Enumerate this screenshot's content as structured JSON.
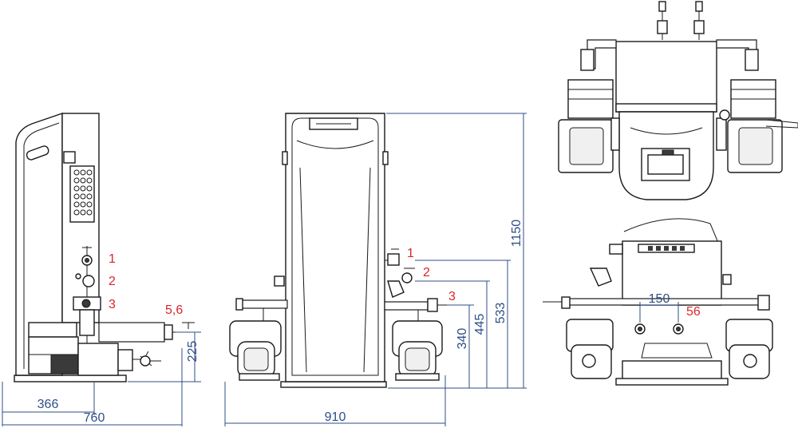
{
  "dimensions": {
    "side_366": "366",
    "side_760": "760",
    "side_225": "225",
    "front_910": "910",
    "front_340": "340",
    "front_445": "445",
    "front_533": "533",
    "front_1150": "1150",
    "rear_150": "150"
  },
  "callouts": {
    "side_1": "1",
    "side_2": "2",
    "side_3": "3",
    "side_56": "5,6",
    "front_1": "1",
    "front_2": "2",
    "front_3": "3",
    "rear_56": "56"
  },
  "colors": {
    "dimension": "#2f4f86",
    "callout": "#d8262c",
    "outline": "#1a1a1a"
  }
}
